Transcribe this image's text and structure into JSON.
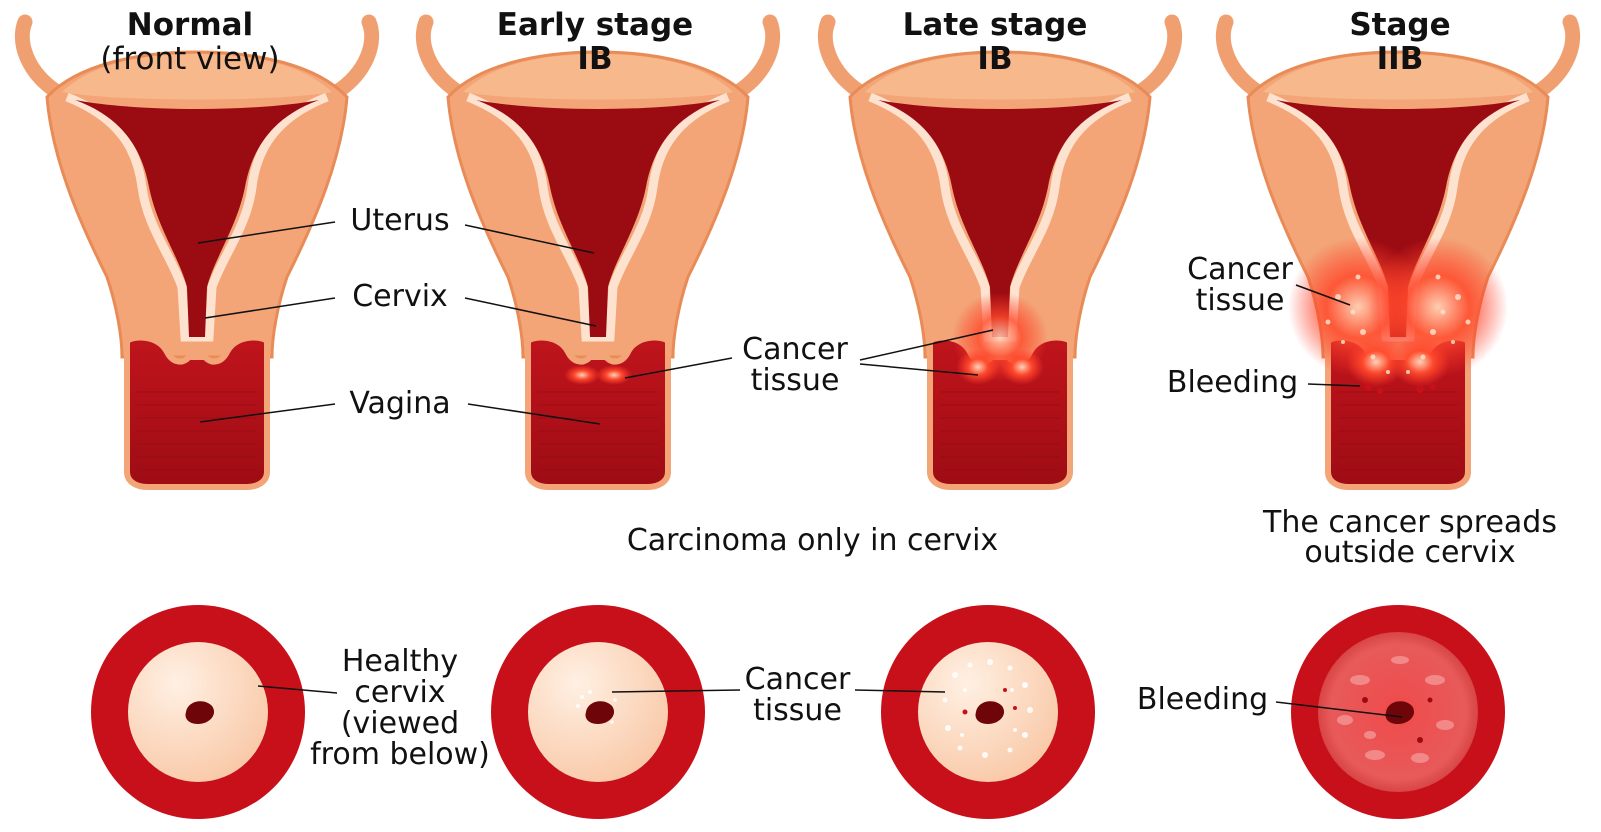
{
  "panels": [
    {
      "title_line1": "Normal",
      "title_line2": "(front view)"
    },
    {
      "title_line1": "Early stage",
      "title_line2": "IB"
    },
    {
      "title_line1": "Late stage",
      "title_line2": "IB"
    },
    {
      "title_line1": "Stage",
      "title_line2": "IIB"
    }
  ],
  "labels": {
    "uterus": "Uterus",
    "cervix": "Cervix",
    "vagina": "Vagina",
    "cancer_tissue_mid": [
      "Cancer",
      "tissue"
    ],
    "cancer_tissue_iib": [
      "Cancer",
      "tissue"
    ],
    "bleeding_top": "Bleeding",
    "healthy_cervix": [
      "Healthy",
      "cervix",
      "(viewed",
      "from below)"
    ],
    "cancer_tissue_bottom": [
      "Cancer",
      "tissue"
    ],
    "bleeding_bottom": "Bleeding"
  },
  "captions": {
    "carcinoma": "Carcinoma only in cervix",
    "spreads": [
      "The cancer spreads",
      "outside cervix"
    ]
  },
  "colors": {
    "muscle": "#f3a577",
    "muscle_light": "#fbd2b2",
    "lining": "#fde3cf",
    "cavity": "#9b0b12",
    "dark_red": "#b5121b",
    "vagina": "#b0131b",
    "ring": "#c8101a",
    "inner_disc": "#fcd7bf",
    "os": "#6e0508",
    "cancer": "#ff5a3c"
  }
}
